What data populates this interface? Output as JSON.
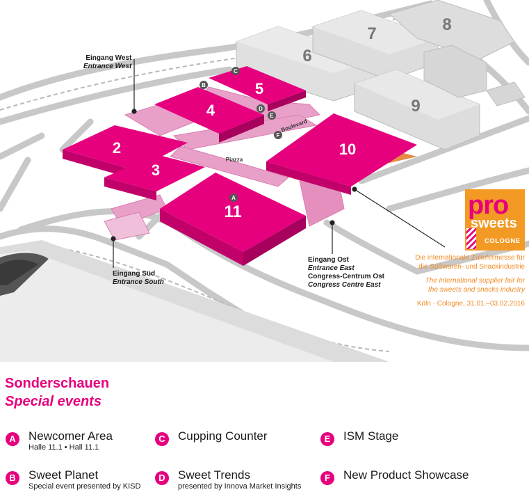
{
  "halls": {
    "h2": "2",
    "h3": "3",
    "h4": "4",
    "h5": "5",
    "h6": "6",
    "h7": "7",
    "h8": "8",
    "h9": "9",
    "h10": "10",
    "h11": "11"
  },
  "map_labels": {
    "piazza": "Piazza",
    "boulevard": "Boulevard"
  },
  "markers": {
    "a": "A",
    "b": "B",
    "c": "C",
    "d": "D",
    "e": "E",
    "f": "F"
  },
  "entrances": {
    "west": {
      "de": "Eingang West",
      "en": "Entrance West"
    },
    "south": {
      "de": "Eingang Süd",
      "en": "Entrance South"
    },
    "east": {
      "de": "Eingang Ost",
      "en": "Entrance East",
      "cc_de": "Congress-Centrum Ost",
      "cc_en": "Congress Centre East"
    }
  },
  "logo": {
    "pro": "pro",
    "sweets": "sweets",
    "city": "COLOGNE"
  },
  "fair": {
    "de_line1": "Die internationale Zuliefermesse für",
    "de_line2": "die Süßwaren- und Snackindustrie",
    "en_line1": "The international supplier fair for",
    "en_line2": "the sweets and snacks industry",
    "place": "Köln · Cologne, 31.01.–03.02.2016"
  },
  "special_events": {
    "title_de": "Sonderschauen",
    "title_en": "Special events",
    "items": [
      {
        "letter": "A",
        "title": "Newcomer Area",
        "sub": "Halle 11.1 • Hall 11.1"
      },
      {
        "letter": "B",
        "title": "Sweet Planet",
        "sub": "Special event presented by KISD"
      },
      {
        "letter": "C",
        "title": "Cupping Counter",
        "sub": ""
      },
      {
        "letter": "D",
        "title": "Sweet Trends",
        "sub": "presented by Innova Market Insights"
      },
      {
        "letter": "E",
        "title": "ISM Stage",
        "sub": ""
      },
      {
        "letter": "F",
        "title": "New Product Showcase",
        "sub": ""
      }
    ]
  },
  "colors": {
    "magenta": "#e6007e",
    "magenta_light": "#e889bd",
    "grey_hall": "#d4d4d4",
    "orange": "#f39a25"
  }
}
